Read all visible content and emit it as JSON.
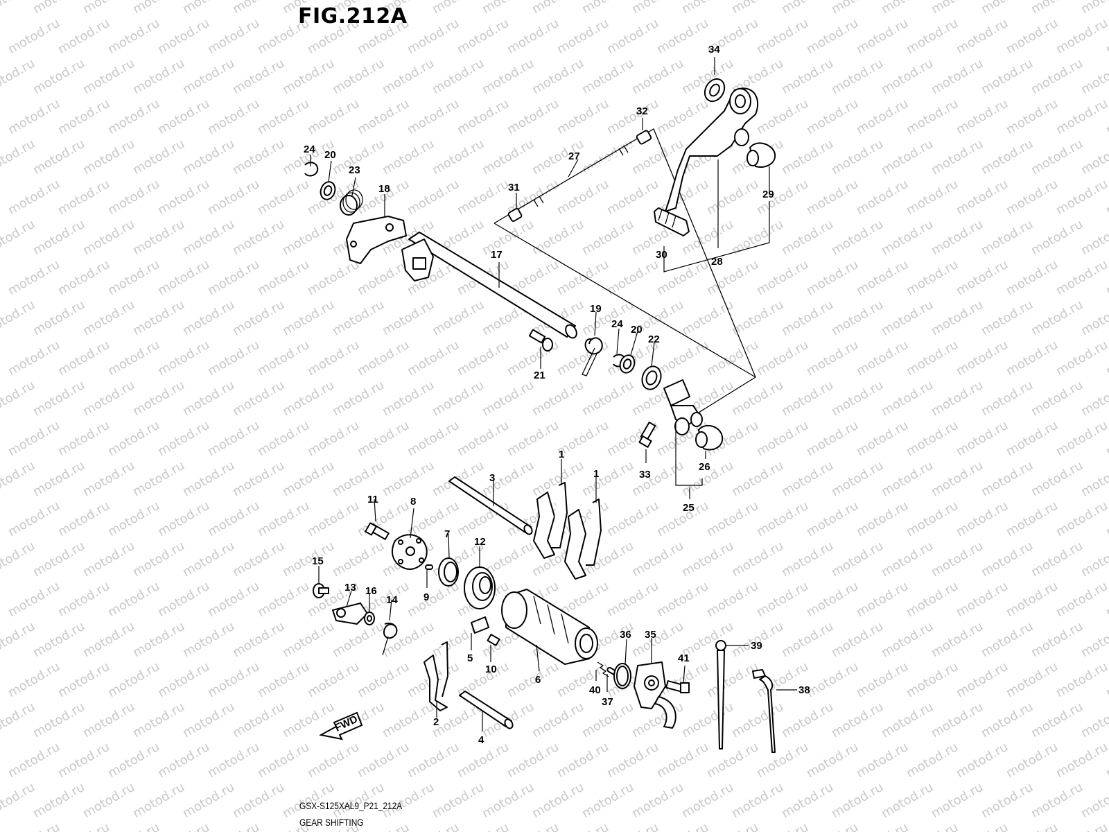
{
  "figure": {
    "title": "FIG.212A",
    "model_code": "GSX-S125XAL9_P21_212A",
    "section_name": "GEAR SHIFTING",
    "direction_label": "FWD",
    "watermark_text": "motod.ru"
  },
  "callouts": [
    {
      "id": "c1a",
      "text": "1"
    },
    {
      "id": "c1b",
      "text": "1"
    },
    {
      "id": "c2",
      "text": "2"
    },
    {
      "id": "c3",
      "text": "3"
    },
    {
      "id": "c4",
      "text": "4"
    },
    {
      "id": "c5",
      "text": "5"
    },
    {
      "id": "c6",
      "text": "6"
    },
    {
      "id": "c7",
      "text": "7"
    },
    {
      "id": "c8",
      "text": "8"
    },
    {
      "id": "c9",
      "text": "9"
    },
    {
      "id": "c10",
      "text": "10"
    },
    {
      "id": "c11",
      "text": "11"
    },
    {
      "id": "c12",
      "text": "12"
    },
    {
      "id": "c13",
      "text": "13"
    },
    {
      "id": "c14",
      "text": "14"
    },
    {
      "id": "c15",
      "text": "15"
    },
    {
      "id": "c16",
      "text": "16"
    },
    {
      "id": "c17",
      "text": "17"
    },
    {
      "id": "c18",
      "text": "18"
    },
    {
      "id": "c19",
      "text": "19"
    },
    {
      "id": "c20a",
      "text": "20"
    },
    {
      "id": "c20b",
      "text": "20"
    },
    {
      "id": "c21",
      "text": "21"
    },
    {
      "id": "c22",
      "text": "22"
    },
    {
      "id": "c23",
      "text": "23"
    },
    {
      "id": "c24a",
      "text": "24"
    },
    {
      "id": "c24b",
      "text": "24"
    },
    {
      "id": "c25",
      "text": "25"
    },
    {
      "id": "c26",
      "text": "26"
    },
    {
      "id": "c27",
      "text": "27"
    },
    {
      "id": "c28",
      "text": "28"
    },
    {
      "id": "c29",
      "text": "29"
    },
    {
      "id": "c30",
      "text": "30"
    },
    {
      "id": "c31",
      "text": "31"
    },
    {
      "id": "c32",
      "text": "32"
    },
    {
      "id": "c33",
      "text": "33"
    },
    {
      "id": "c34",
      "text": "34"
    },
    {
      "id": "c35",
      "text": "35"
    },
    {
      "id": "c36",
      "text": "36"
    },
    {
      "id": "c37",
      "text": "37"
    },
    {
      "id": "c38",
      "text": "38"
    },
    {
      "id": "c39",
      "text": "39"
    },
    {
      "id": "c40",
      "text": "40"
    },
    {
      "id": "c41",
      "text": "41"
    }
  ]
}
